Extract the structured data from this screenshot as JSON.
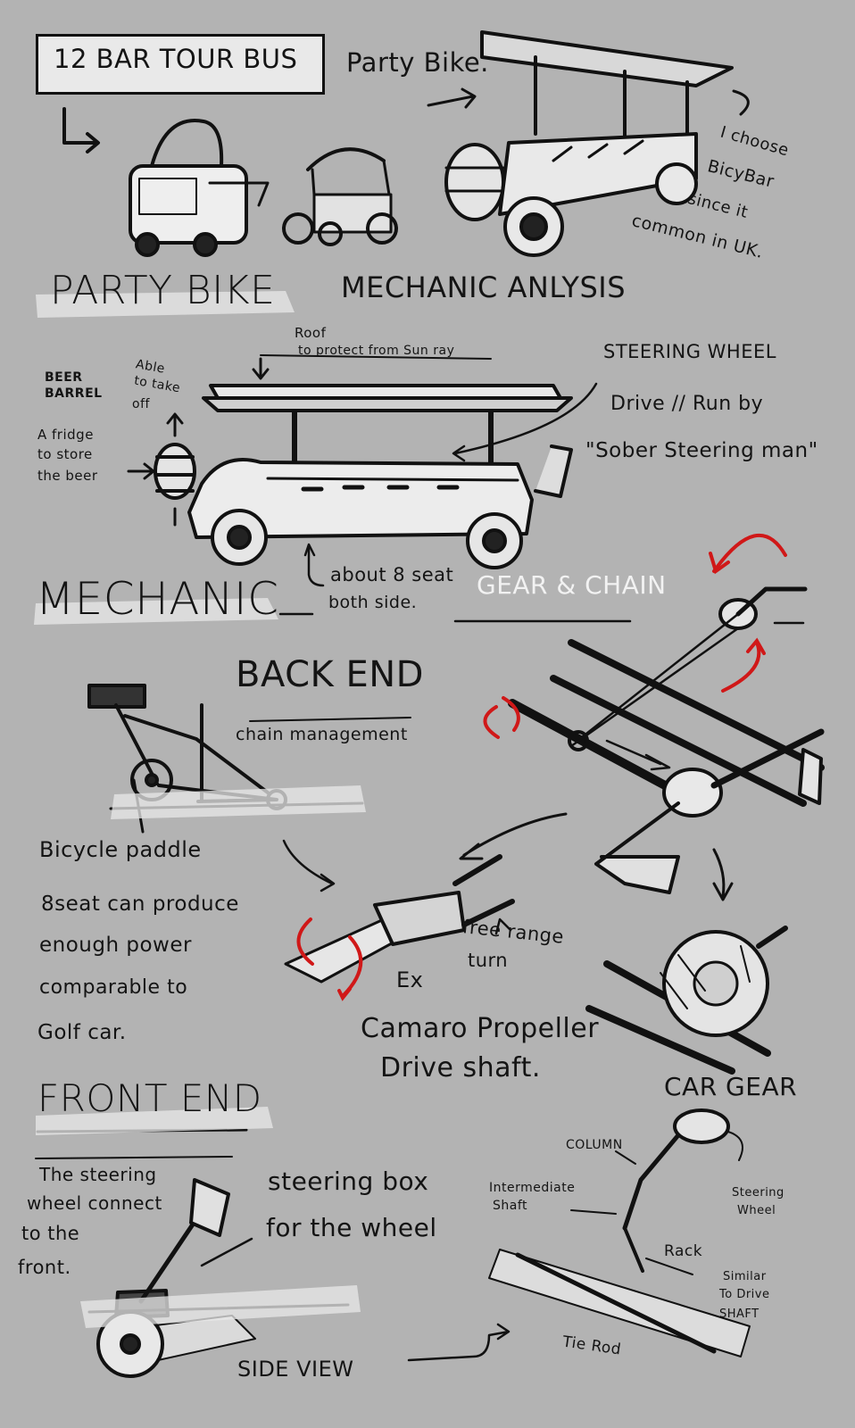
{
  "header": {
    "title": "12 BAR TOUR BUS",
    "party_bike_label": "Party Bike.",
    "choice_note": [
      "I choose",
      "BicyBar",
      "since it",
      "common in UK."
    ]
  },
  "analysis": {
    "title_left": "PARTY BIKE",
    "title_right": "MECHANIC ANLYSIS"
  },
  "annotations": {
    "roof": [
      "Roof",
      "to protect from Sun ray"
    ],
    "beer_barrel": [
      "BEER",
      "BARREL"
    ],
    "take_off": [
      "Able",
      "to take",
      "off"
    ],
    "fridge": [
      "A fridge",
      "to store",
      "the beer"
    ],
    "steering_wheel": "STEERING WHEEL",
    "drive_run": "Drive // Run   by",
    "sober": "\"Sober Steering man\"",
    "seats": [
      "about 8 seat",
      "both side."
    ]
  },
  "mechanic": {
    "title": "MECHANIC",
    "gear_chain": "GEAR & CHAIN",
    "back_end": "BACK END",
    "chain_management": "chain management",
    "bicycle_paddle": "Bicycle paddle",
    "power_note": [
      "8seat  can produce",
      "enough  power",
      "comparable to",
      "Golf car."
    ],
    "free_range": [
      "free range",
      "turn"
    ],
    "ex": "Ex",
    "camaro": [
      "Camaro Propeller",
      "Drive shaft."
    ],
    "car_gear": "CAR GEAR"
  },
  "front_end": {
    "title": "FRONT END",
    "steering_note": [
      "The steering",
      "wheel connect",
      "to the",
      "front."
    ],
    "steering_box": [
      "steering box",
      "for the wheel"
    ],
    "side_view": "SIDE VIEW",
    "column": "COLUMN",
    "intermediate": [
      "Intermediate",
      "Shaft"
    ],
    "steering_wheel_small": [
      "Steering",
      "Wheel"
    ],
    "rack": "Rack",
    "similar": [
      "Similar",
      "To Drive",
      "SHAFT"
    ],
    "tie_rod": "Tie Rod"
  },
  "colors": {
    "background": "#b3b3b3",
    "ink": "#141414",
    "accent": "#d01818",
    "highlight": "#f2f2f2"
  }
}
